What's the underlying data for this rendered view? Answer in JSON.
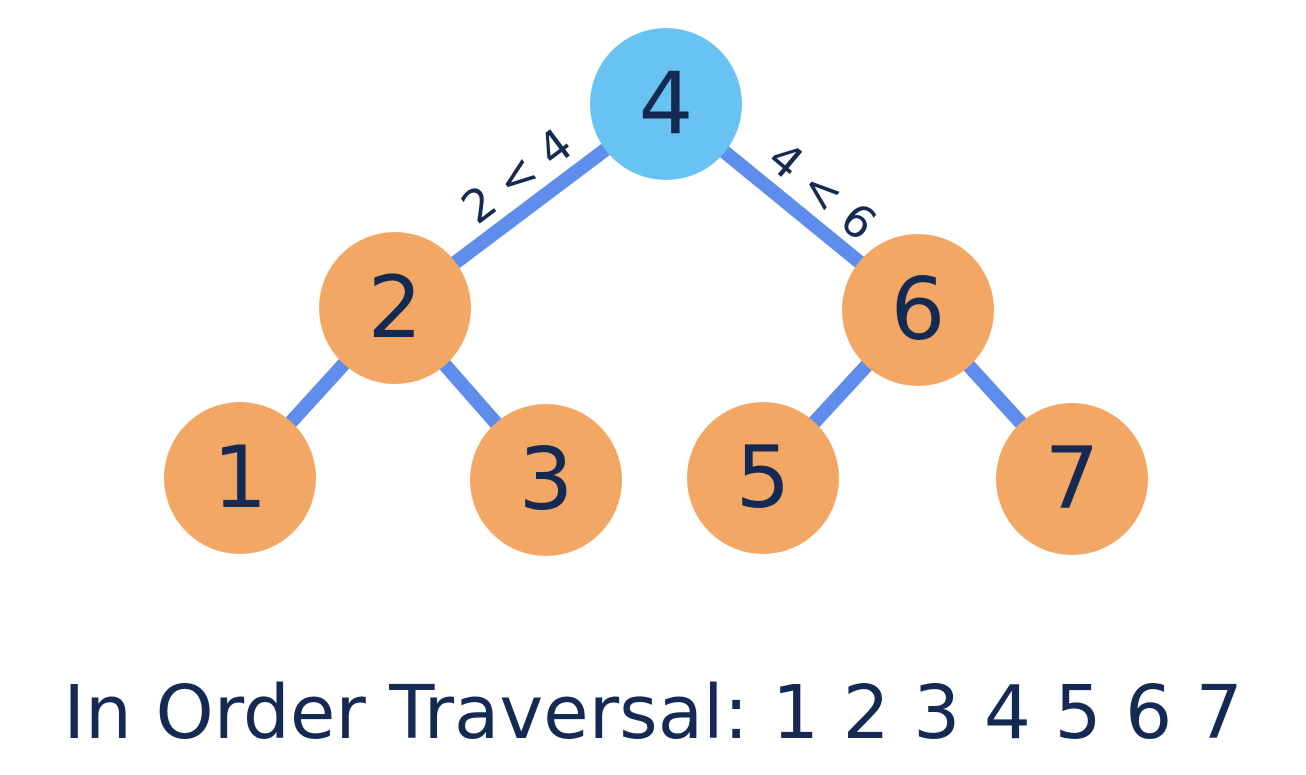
{
  "diagram": {
    "type": "binary-search-tree",
    "nodes": [
      {
        "value": "4",
        "role": "root",
        "fill": "#68C3F2"
      },
      {
        "value": "2",
        "role": "internal",
        "fill": "#F2A765"
      },
      {
        "value": "6",
        "role": "internal",
        "fill": "#F2A765"
      },
      {
        "value": "1",
        "role": "leaf",
        "fill": "#F2A765"
      },
      {
        "value": "3",
        "role": "leaf",
        "fill": "#F2A765"
      },
      {
        "value": "5",
        "role": "leaf",
        "fill": "#F2A765"
      },
      {
        "value": "7",
        "role": "leaf",
        "fill": "#F2A765"
      }
    ],
    "edges": [
      {
        "from": "4",
        "to": "2"
      },
      {
        "from": "4",
        "to": "6"
      },
      {
        "from": "2",
        "to": "1"
      },
      {
        "from": "2",
        "to": "3"
      },
      {
        "from": "6",
        "to": "5"
      },
      {
        "from": "6",
        "to": "7"
      }
    ],
    "edge_labels": [
      {
        "text": "2 < 4",
        "edge": "4-2"
      },
      {
        "text": "4 < 6",
        "edge": "4-6"
      }
    ],
    "caption": "In Order Traversal: 1 2 3 4 5 6 7",
    "colors": {
      "root_fill": "#68C3F2",
      "node_fill": "#F2A765",
      "edge": "#5E8DEB",
      "text": "#152A53",
      "background": "#FFFFFF"
    }
  }
}
